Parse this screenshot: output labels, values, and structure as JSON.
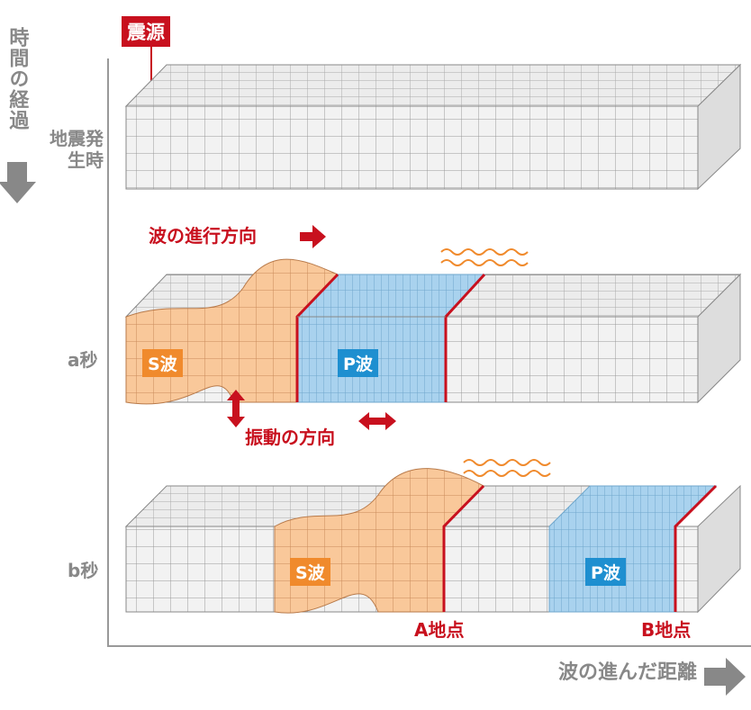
{
  "axis": {
    "time_label": "時間の経過",
    "distance_label": "波の進んだ距離"
  },
  "epicenter": "震源",
  "rows": [
    {
      "label": "地震発生時"
    },
    {
      "label": "a秒"
    },
    {
      "label": "b秒"
    }
  ],
  "annotations": {
    "propagation": "波の進行方向",
    "vibration": "振動の方向",
    "s_wave": "S波",
    "p_wave": "P波",
    "point_a": "A地点",
    "point_b": "B地点"
  },
  "colors": {
    "red": "#c8101e",
    "orange": "#f08a2c",
    "blue": "#1e8fd0",
    "gray": "#888888"
  }
}
